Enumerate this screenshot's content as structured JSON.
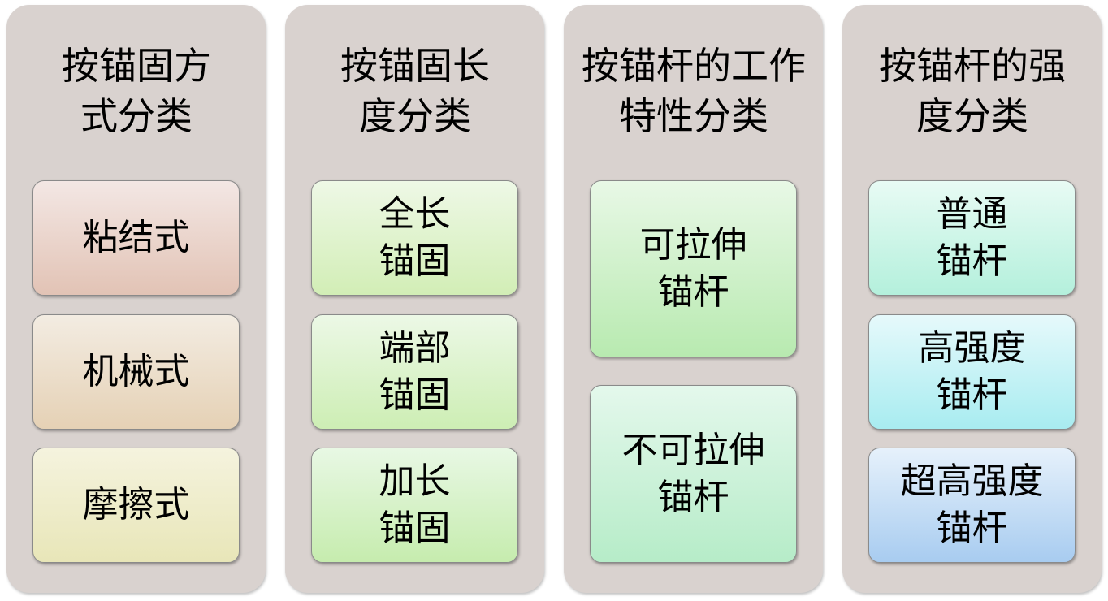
{
  "columns": [
    {
      "title": "按锚固方式分类",
      "items": [
        "粘结式",
        "机械式",
        "摩擦式"
      ]
    },
    {
      "title": "按锚固长度分类",
      "items": [
        "全长锚固",
        "端部锚固",
        "加长锚固"
      ]
    },
    {
      "title": "按锚杆的工作特性分类",
      "items": [
        "可拉伸锚杆",
        "不可拉伸锚杆"
      ]
    },
    {
      "title": "按锚杆的强度分类",
      "items": [
        "普通锚杆",
        "高强度锚杆",
        "超高强度锚杆"
      ]
    }
  ]
}
